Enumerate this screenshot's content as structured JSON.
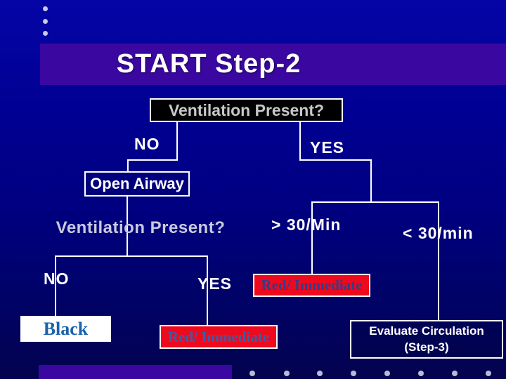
{
  "slide": {
    "title": "START Step-2",
    "colors": {
      "background": "#000080",
      "title_band": "#3a08a0",
      "red_immediate_box": "#ee0a1e",
      "connector_line": "#ffffff",
      "question_box_fill": "#000000",
      "black_box_fill": "#ffffff",
      "black_box_text": "#1a62aa",
      "red_box_text": "#333c8c"
    },
    "decor": {
      "top_bullet_count": 3,
      "bottom_bullet_count": 8
    }
  },
  "flowchart": {
    "q1_label": "Ventilation Present?",
    "q1_no": "NO",
    "q1_yes": "YES",
    "open_airway": "Open Airway",
    "q2_label": "Ventilation Present?",
    "q2_no": "NO",
    "q2_yes": "YES",
    "rate_high": "> 30/Min",
    "rate_low": "< 30/min",
    "outcome_black": "Black",
    "outcome_red_upper": "Red/ Immediate",
    "outcome_red_lower": "Red/ Immediate",
    "evaluate_line1": "Evaluate Circulation",
    "evaluate_line2": "(Step-3)"
  }
}
